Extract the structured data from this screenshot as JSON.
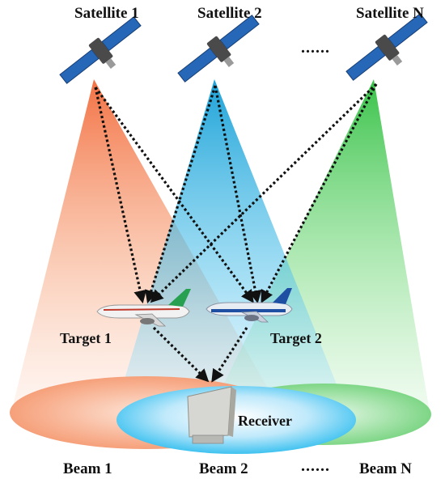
{
  "satellites": [
    {
      "label": "Satellite 1"
    },
    {
      "label": "Satellite 2"
    },
    {
      "label": "Satellite N"
    }
  ],
  "satellite_ellipsis": "......",
  "targets": [
    {
      "label": "Target 1"
    },
    {
      "label": "Target 2"
    }
  ],
  "receiver": {
    "label": "Receiver"
  },
  "beams": [
    {
      "label": "Beam 1"
    },
    {
      "label": "Beam 2"
    },
    {
      "label": "Beam N"
    }
  ],
  "beam_ellipsis": "......",
  "colors": {
    "beam1": "#f26a3a",
    "beam2": "#1aa9e0",
    "beamN": "#3cc84a",
    "receiver_disk": "#3fc2f0",
    "arrows": "#111111"
  },
  "icons": {
    "satellite": "satellite-icon",
    "aircraft": "airplane-icon",
    "receiver": "antenna-panel-icon"
  }
}
